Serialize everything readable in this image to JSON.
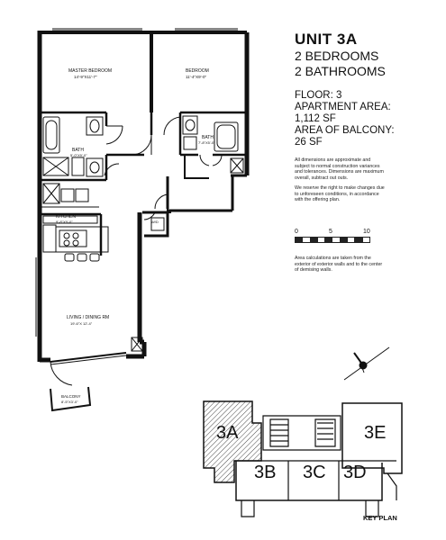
{
  "unit": {
    "title": "UNIT 3A",
    "bedrooms": "2 BEDROOMS",
    "bathrooms": "2 BATHROOMS",
    "floor": "FLOOR: 3",
    "area_label": "APARTMENT AREA:",
    "area_value": "1,112 SF",
    "balcony_label": "AREA OF BALCONY:",
    "balcony_value": "26 SF"
  },
  "notes": {
    "p1": "All dimensions are approximate and subject to normal construction variances and tolerances. Dimensions are maximum overall, subtract out outs.",
    "p2": "We reserve the right to make changes due to unforeseen conditions, in accordance with the offering plan.",
    "p3": "Area calculations are taken from the exterior of exterior walls and to the center of demising walls."
  },
  "scale": {
    "t0": "0",
    "t5": "5",
    "t10": "10"
  },
  "rooms": {
    "master": "MASTER BEDROOM",
    "master_dim": "14'-9\"X11'-7\"",
    "bedroom": "BEDROOM",
    "bedroom_dim": "11'-4\"X9'-0\"",
    "bath1": "BATH",
    "bath1_dim": "5'-0\"X9'-0\"",
    "bath2": "BATH",
    "bath2_dim": "7'-8\"X5'-0\"",
    "kitchen": "KITCHEN",
    "kitchen_dim": "9'-8\"X9'-0\"",
    "living": "LIVING / DINING RM",
    "living_dim": "19'-6\"X 12'-4\"",
    "balcony": "BALCONY",
    "balcony_dim": "8'-5\"X3'-0\"",
    "wd": "W/D"
  },
  "keyplan": {
    "label": "KEY PLAN",
    "u3a": "3A",
    "u3b": "3B",
    "u3c": "3C",
    "u3d": "3D",
    "u3e": "3E"
  }
}
